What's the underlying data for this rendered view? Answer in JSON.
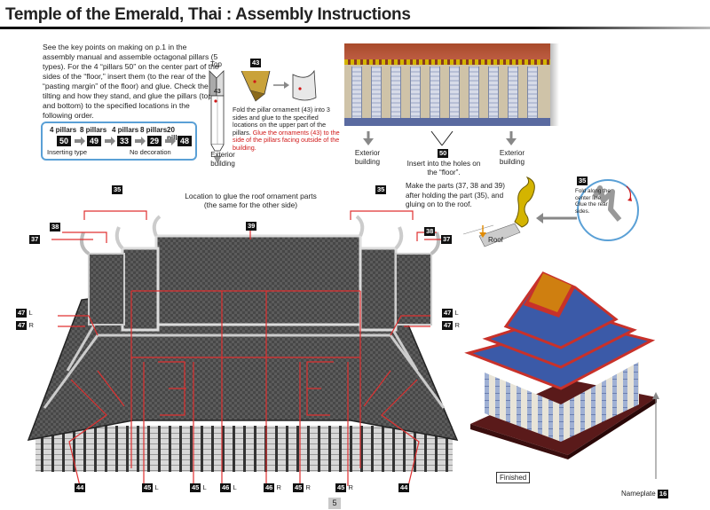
{
  "header": {
    "title": "Temple of the Emerald, Thai : Assembly Instructions"
  },
  "intro": {
    "text": "See the key points on making on p.1 in the assembly manual and assemble octagonal pillars (5 types). For the 4 “pillars 50” on the center part of the sides of the “floor,” insert them (to the rear of the “pasting margin” of the floor) and glue. Check the tilting and how they stand, and glue the pillars (top and bottom) to the specified locations in the following order."
  },
  "pillar_box": {
    "headers": [
      "4 pillars",
      "8 pillars",
      "4 pillars",
      "8 pillars",
      "20 pillars"
    ],
    "parts": [
      "50",
      "49",
      "33",
      "29",
      "48"
    ],
    "footer_left": "Inserting type",
    "footer_right": "No decoration"
  },
  "pillar_diagram": {
    "top_label": "Top",
    "part_top": "43",
    "part_side": "43",
    "exterior_label": "Exterior building",
    "instruction": "Fold the pillar ornament (43) into 3 sides and glue to the specified locations on the upper part of the pillars.",
    "warning": "Glue the ornaments (43) to the side of the pillars facing outside of the building."
  },
  "photo_top": {
    "exterior_left": "Exterior building",
    "exterior_right": "Exterior building",
    "part": "50",
    "insert_text": "Insert into the holes on the “floor”."
  },
  "roof_notes": {
    "location_text": "Location to glue the roof ornament parts (the same for the other side)",
    "make_parts_text": "Make the parts (37, 38 and 39) after holding the part (35), and gluing on to the roof.",
    "roof_label": "Roof",
    "fold_part": "35",
    "fold_text": "Fold along the center line Glue the rear sides."
  },
  "callouts": {
    "c35a": "35",
    "c35b": "35",
    "c38a": "38",
    "c38b": "38",
    "c37a": "37",
    "c37b": "37",
    "c39": "39",
    "c47l_a": "47",
    "c47l_a_suffix": "L",
    "c47r_a": "47",
    "c47r_a_suffix": "R",
    "c47l_b": "47",
    "c47l_b_suffix": "L",
    "c47r_b": "47",
    "c47r_b_suffix": "R",
    "bottom": [
      {
        "num": "44",
        "suffix": ""
      },
      {
        "num": "45",
        "suffix": "L"
      },
      {
        "num": "45",
        "suffix": "L"
      },
      {
        "num": "46",
        "suffix": "L"
      },
      {
        "num": "46",
        "suffix": "R"
      },
      {
        "num": "45",
        "suffix": "R"
      },
      {
        "num": "45",
        "suffix": "R"
      },
      {
        "num": "44",
        "suffix": ""
      }
    ]
  },
  "finished": {
    "label": "Finished"
  },
  "nameplate": {
    "label": "Nameplate",
    "part": "16"
  },
  "page": {
    "number": "5"
  },
  "colors": {
    "callout_line": "#e03030",
    "box_border": "#5aa0d6",
    "roof_blue": "#3b5aa8",
    "roof_red": "#c8312a",
    "gold": "#d4b400"
  }
}
